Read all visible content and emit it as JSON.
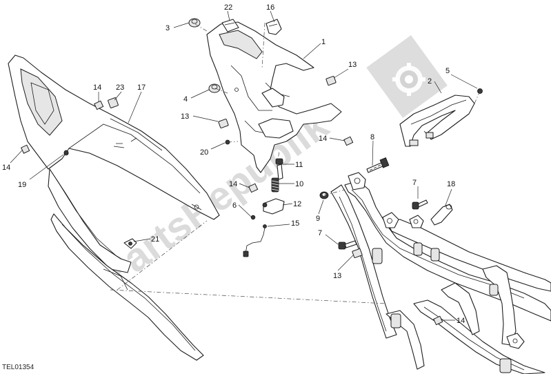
{
  "diagram_code": "TEL01354",
  "watermark": {
    "text": "PartsRepublik",
    "logo": "gear-logo",
    "color": "#cfcfcf"
  },
  "callouts": [
    "1",
    "2",
    "3",
    "4",
    "5",
    "6",
    "7",
    "7",
    "8",
    "9",
    "10",
    "11",
    "12",
    "13",
    "13",
    "13",
    "14",
    "14",
    "14",
    "14",
    "14",
    "15",
    "16",
    "17",
    "18",
    "19",
    "20",
    "21",
    "22",
    "23"
  ]
}
